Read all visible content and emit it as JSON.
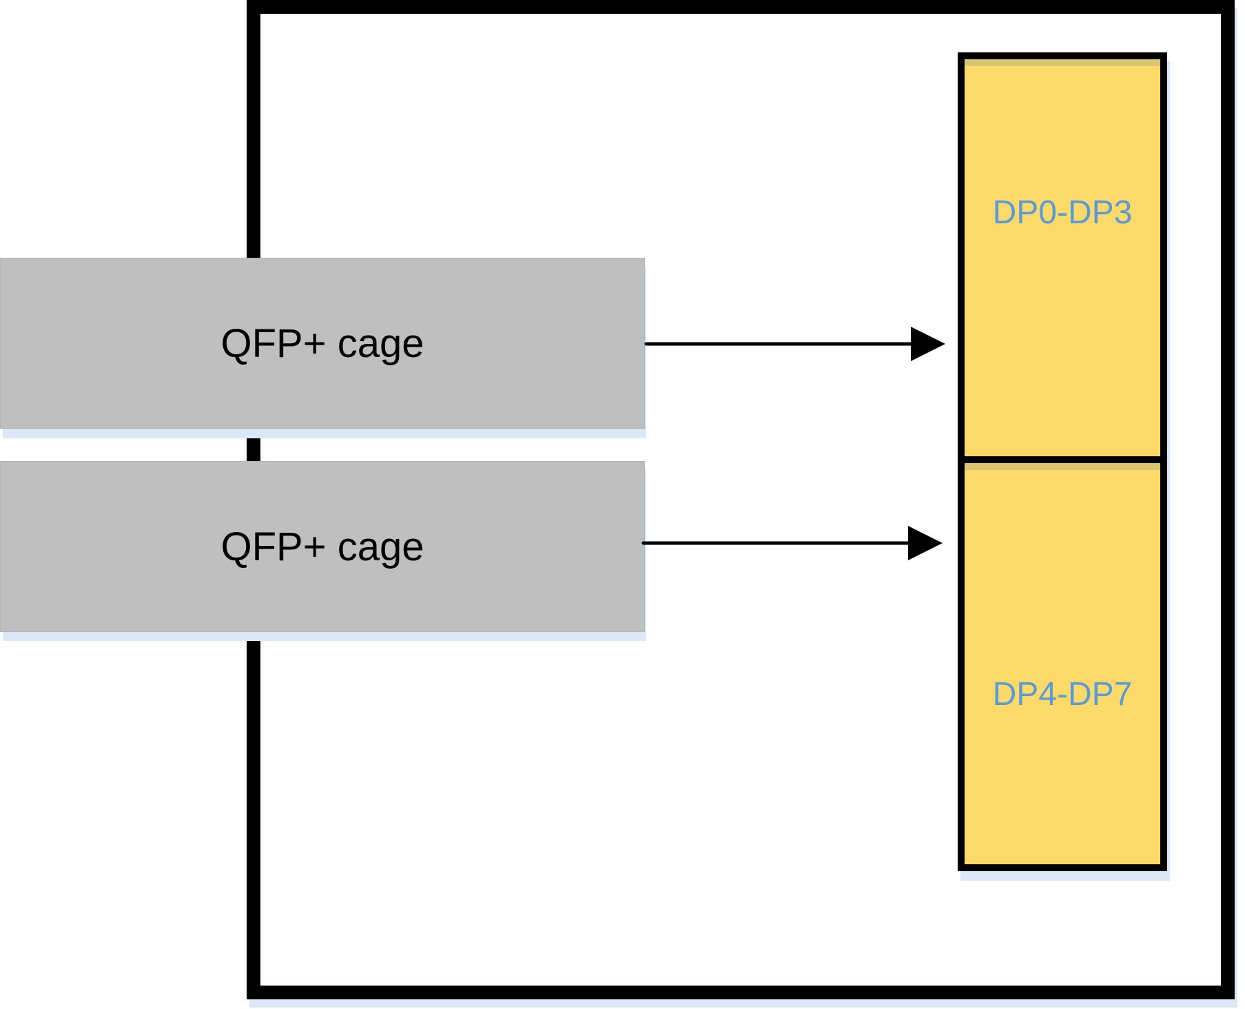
{
  "cages": [
    {
      "label": "QFP+ cage"
    },
    {
      "label": "QFP+ cage"
    }
  ],
  "dp_blocks": [
    {
      "label": "DP0-DP3"
    },
    {
      "label": "DP4-DP7"
    }
  ],
  "colors": {
    "board_outline": "#000000",
    "cage_fill": "#bfbfbf",
    "dp_fill": "#fcd968",
    "dp_label": "#5b9bd5",
    "shadow": "#dbe8f7"
  }
}
